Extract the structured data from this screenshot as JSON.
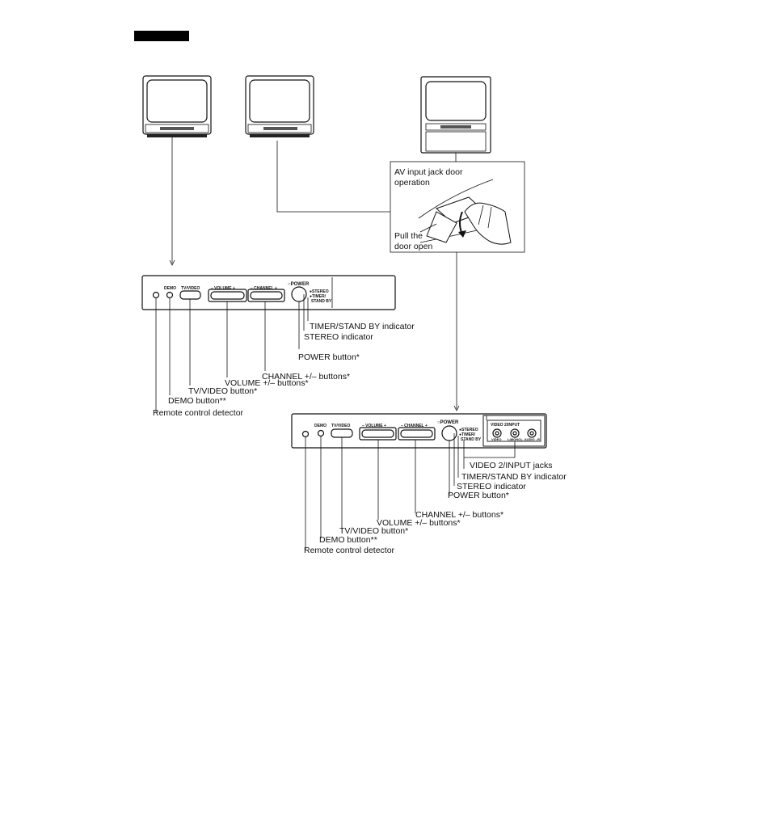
{
  "callout_a": {
    "title_line1": "AV input jack door",
    "title_line2": "operation",
    "pull_line1": "Pull the",
    "pull_line2": "door open"
  },
  "panel_a": {
    "demo": "DEMO",
    "tvvideo": "TV/VIDEO",
    "volume": "– VOLUME +",
    "channel": "– CHANNEL +",
    "power": "○POWER",
    "stereo": "●STEREO",
    "timer1": "●TIMER/",
    "timer2": "STAND BY",
    "labels": {
      "timer_standby": "TIMER/STAND BY indicator",
      "stereo": "STEREO indicator",
      "power": "POWER button*",
      "channel": "CHANNEL +/– buttons*",
      "volume": "VOLUME +/– buttons*",
      "tvvideo": "TV/VIDEO button*",
      "demo": "DEMO button**",
      "remote": "Remote control detector"
    }
  },
  "panel_b": {
    "demo": "DEMO",
    "tvvideo": "TV/VIDEO",
    "volume": "– VOLUME +",
    "channel": "– CHANNEL +",
    "power": "○POWER",
    "stereo": "●STEREO",
    "timer1": "●TIMER/",
    "timer2": "STAND BY",
    "jack_title": "VIDEO 2/INPUT",
    "jack_video": "VIDEO",
    "jack_audio": "L(MONO)– AUDIO –R",
    "labels": {
      "video2_jacks": "VIDEO 2/INPUT jacks",
      "timer_standby": "TIMER/STAND BY indicator",
      "stereo": "STEREO indicator",
      "power": "POWER button*",
      "channel": "CHANNEL +/– buttons*",
      "volume_line1": "VOLUME +/– buttons*",
      "tvvideo": "TV/VIDEO button*",
      "demo": "DEMO button**",
      "remote": "Remote control detector"
    }
  }
}
